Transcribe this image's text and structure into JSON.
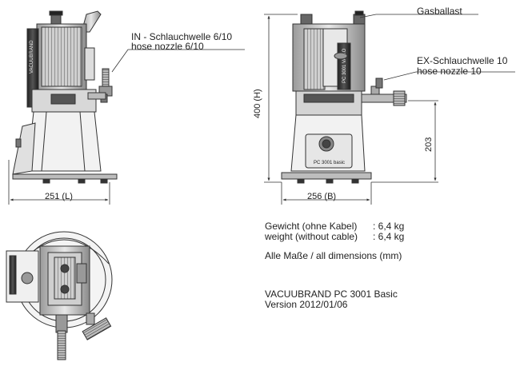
{
  "annotations": {
    "gasballast": "Gasballast",
    "in_de": "IN - Schlauchwelle 6/10",
    "in_en": "hose nozzle 6/10",
    "ex_de": "EX-Schlauchwelle 10",
    "ex_en": "hose nozzle 10"
  },
  "dimensions": {
    "length": "251 (L)",
    "width": "256 (B)",
    "height": "400 (H)",
    "nozzle_height": "203"
  },
  "specs": {
    "weight_de_label": "Gewicht (ohne Kabel)",
    "weight_de_value": ": 6,4 kg",
    "weight_en_label": "weight (without cable)",
    "weight_en_value": ": 6,4 kg",
    "all_dims": "Alle Maße / all dimensions (mm)"
  },
  "product": {
    "name": "VACUUBRAND PC 3001 Basic",
    "version": "Version 2012/01/06"
  },
  "device_labels": {
    "front_panel": "PC 3001 basic",
    "pump_label": "PC 3001 VARIO"
  }
}
